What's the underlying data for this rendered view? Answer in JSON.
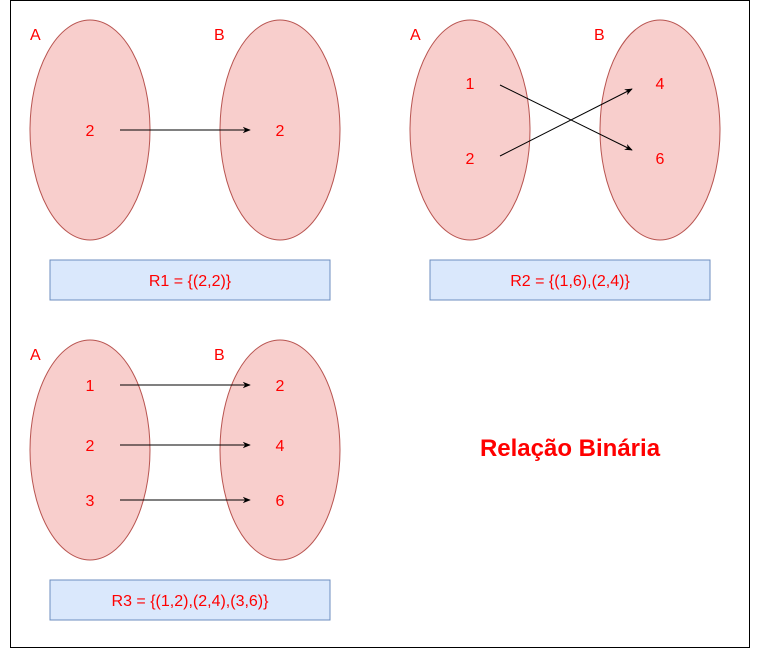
{
  "title": "Relação Binária",
  "colors": {
    "ellipse_fill": "#f8cecc",
    "ellipse_stroke": "#b85450",
    "text": "#ff0000",
    "box_fill": "#dae8fc",
    "box_stroke": "#6c8ebf",
    "arrow": "#000000",
    "box_text": "#ff0000"
  },
  "relations": [
    {
      "set_a_label": "A",
      "set_b_label": "B",
      "a_elements": [
        "2"
      ],
      "b_elements": [
        "2"
      ],
      "pairs": [
        [
          "2",
          "2"
        ]
      ],
      "caption": "R1 = {(2,2)}"
    },
    {
      "set_a_label": "A",
      "set_b_label": "B",
      "a_elements": [
        "1",
        "2"
      ],
      "b_elements": [
        "4",
        "6"
      ],
      "pairs": [
        [
          "1",
          "6"
        ],
        [
          "2",
          "4"
        ]
      ],
      "caption": "R2 = {(1,6),(2,4)}"
    },
    {
      "set_a_label": "A",
      "set_b_label": "B",
      "a_elements": [
        "1",
        "2",
        "3"
      ],
      "b_elements": [
        "2",
        "4",
        "6"
      ],
      "pairs": [
        [
          "1",
          "2"
        ],
        [
          "2",
          "4"
        ],
        [
          "3",
          "6"
        ]
      ],
      "caption": "R3 = {(1,2),(2,4),(3,6)}"
    }
  ]
}
